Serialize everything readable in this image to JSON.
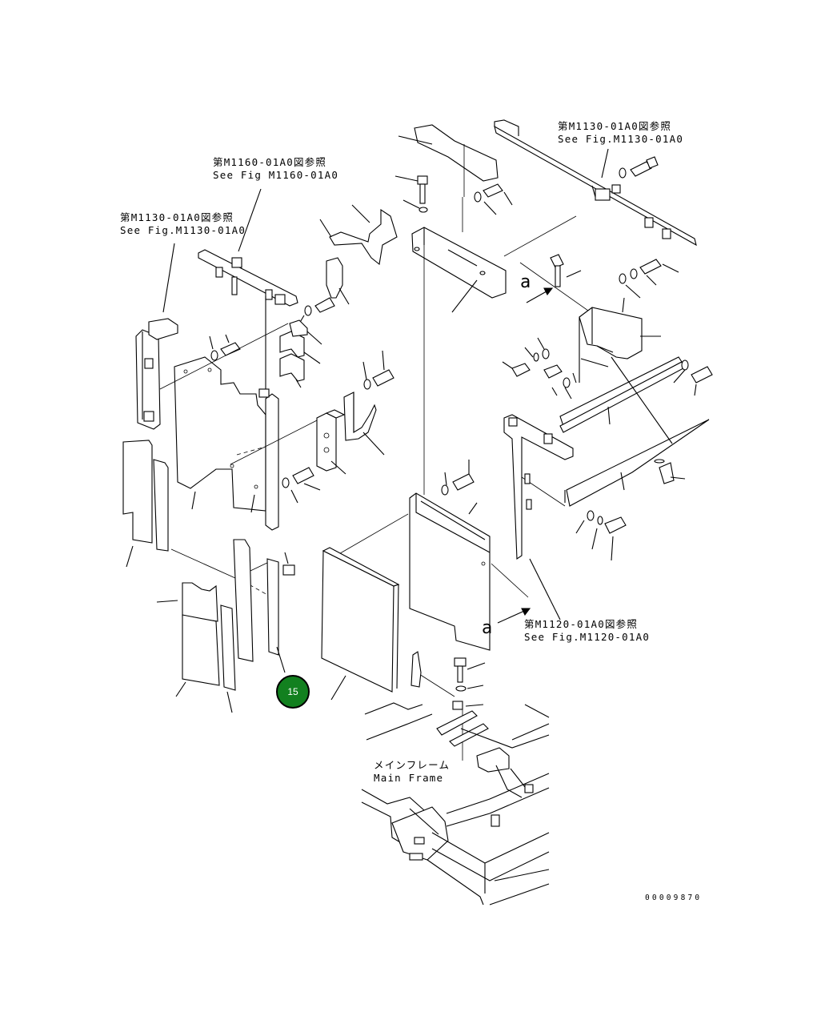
{
  "references": {
    "top_right_jp": "第M1130-01A0図参照",
    "top_right_en": "See Fig.M1130-01A0",
    "top_center_jp": "第M1160-01A0図参照",
    "top_center_en": "See Fig M1160-01A0",
    "left_jp": "第M1130-01A0図参照",
    "left_en": "See Fig.M1130-01A0",
    "lower_right_jp": "第M1120-01A0図参照",
    "lower_right_en": "See Fig.M1120-01A0"
  },
  "main_frame": {
    "jp": "メインフレーム",
    "en": "Main Frame"
  },
  "view_markers": {
    "upper": "a",
    "lower": "a"
  },
  "callout": {
    "number": "15",
    "color": "#12801f"
  },
  "drawing_number": "00009870"
}
